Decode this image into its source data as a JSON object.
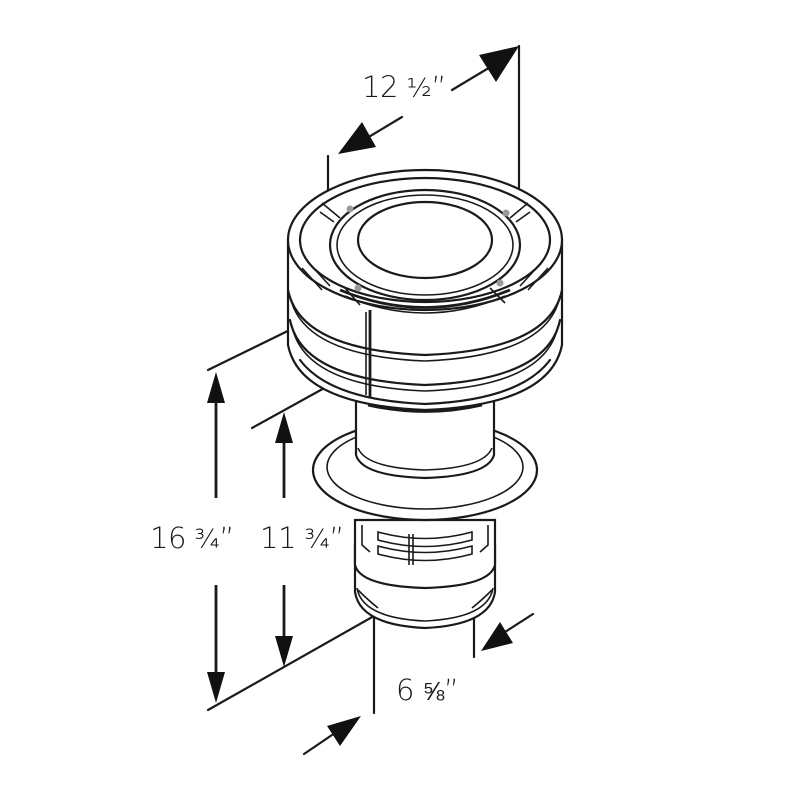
{
  "diagram": {
    "subject": "Vent termination cap (vertical)",
    "colors": {
      "line": "#1a1a1a",
      "background": "#ffffff",
      "fastener_dot": "#9a9a9a"
    },
    "dimensions": {
      "cap_diameter": {
        "whole": "12",
        "fraction": "½",
        "unit": "”",
        "label": "12 ½”"
      },
      "overall_height": {
        "whole": "16",
        "fraction": "¾",
        "unit": "”",
        "label": "16 ¾”"
      },
      "height_to_cap": {
        "whole": "11",
        "fraction": "¾",
        "unit": "”",
        "label": "11 ¾”"
      },
      "pipe_diameter": {
        "whole": "6",
        "fraction": "⅝",
        "unit": "”",
        "label": "6 ⅝”"
      }
    },
    "parts": [
      "cap-top-ring",
      "cap-louvers",
      "neck-pipe",
      "storm-collar-flange",
      "connector-collar",
      "pipe-end"
    ]
  }
}
